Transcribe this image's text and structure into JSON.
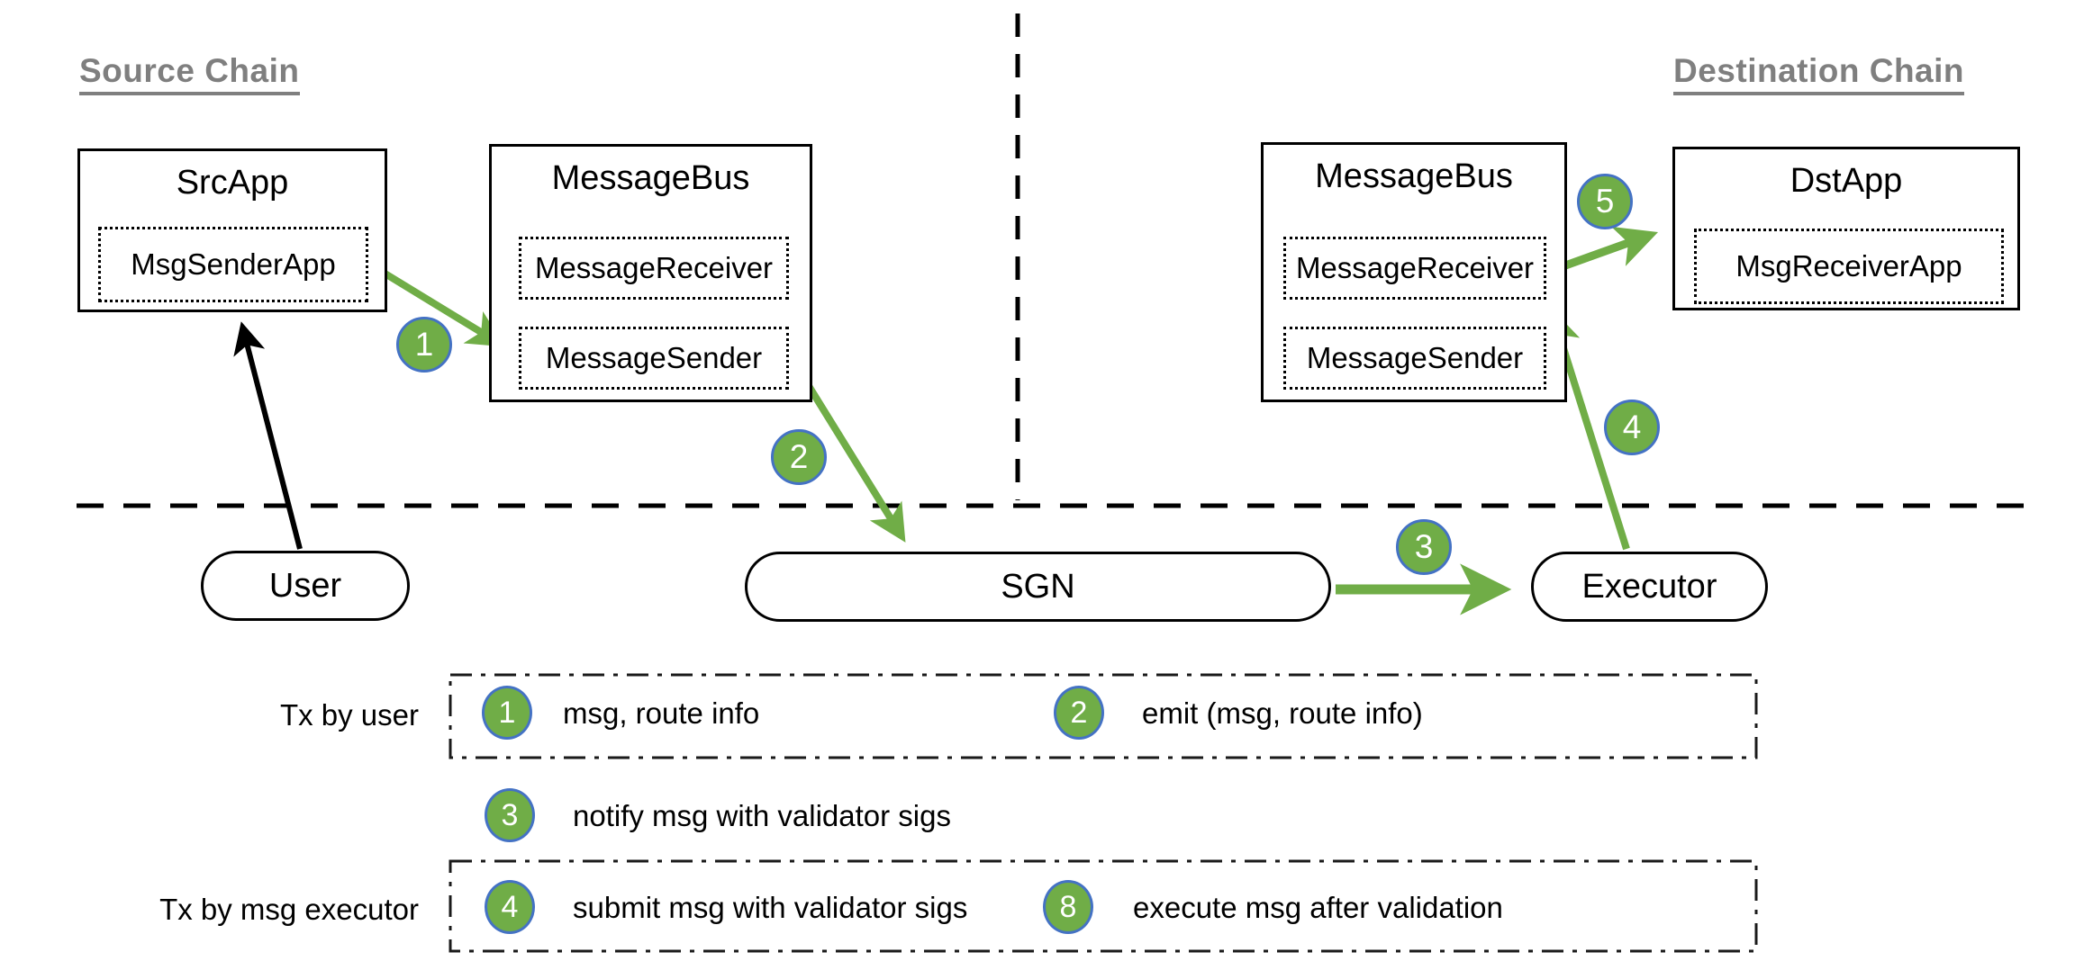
{
  "headings": {
    "source": "Source Chain",
    "destination": "Destination Chain"
  },
  "boxes": {
    "src_app": {
      "title": "SrcApp",
      "inner": "MsgSenderApp"
    },
    "message_bus_left": {
      "title": "MessageBus",
      "receiver": "MessageReceiver",
      "sender": "MessageSender"
    },
    "message_bus_right": {
      "title": "MessageBus",
      "receiver": "MessageReceiver",
      "sender": "MessageSender"
    },
    "dst_app": {
      "title": "DstApp",
      "inner": "MsgReceiverApp"
    }
  },
  "nodes": {
    "user": "User",
    "sgn": "SGN",
    "executor": "Executor"
  },
  "step_badges": {
    "s1": "1",
    "s2": "2",
    "s3": "3",
    "s4": "4",
    "s5": "5"
  },
  "legend": {
    "row_labels": {
      "tx_by_user": "Tx by user",
      "tx_by_executor": "Tx by msg executor"
    },
    "items": [
      {
        "num": "1",
        "text": "msg, route info"
      },
      {
        "num": "2",
        "text": "emit (msg, route info)"
      },
      {
        "num": "3",
        "text": "notify msg with validator sigs"
      },
      {
        "num": "4",
        "text": "submit msg with validator sigs"
      },
      {
        "num": "8",
        "text": "execute msg after validation"
      }
    ]
  },
  "colors": {
    "step_green": "#70AD47",
    "badge_border_blue": "#4472C4",
    "heading_gray": "#7F7F7F",
    "line_black": "#000000"
  }
}
